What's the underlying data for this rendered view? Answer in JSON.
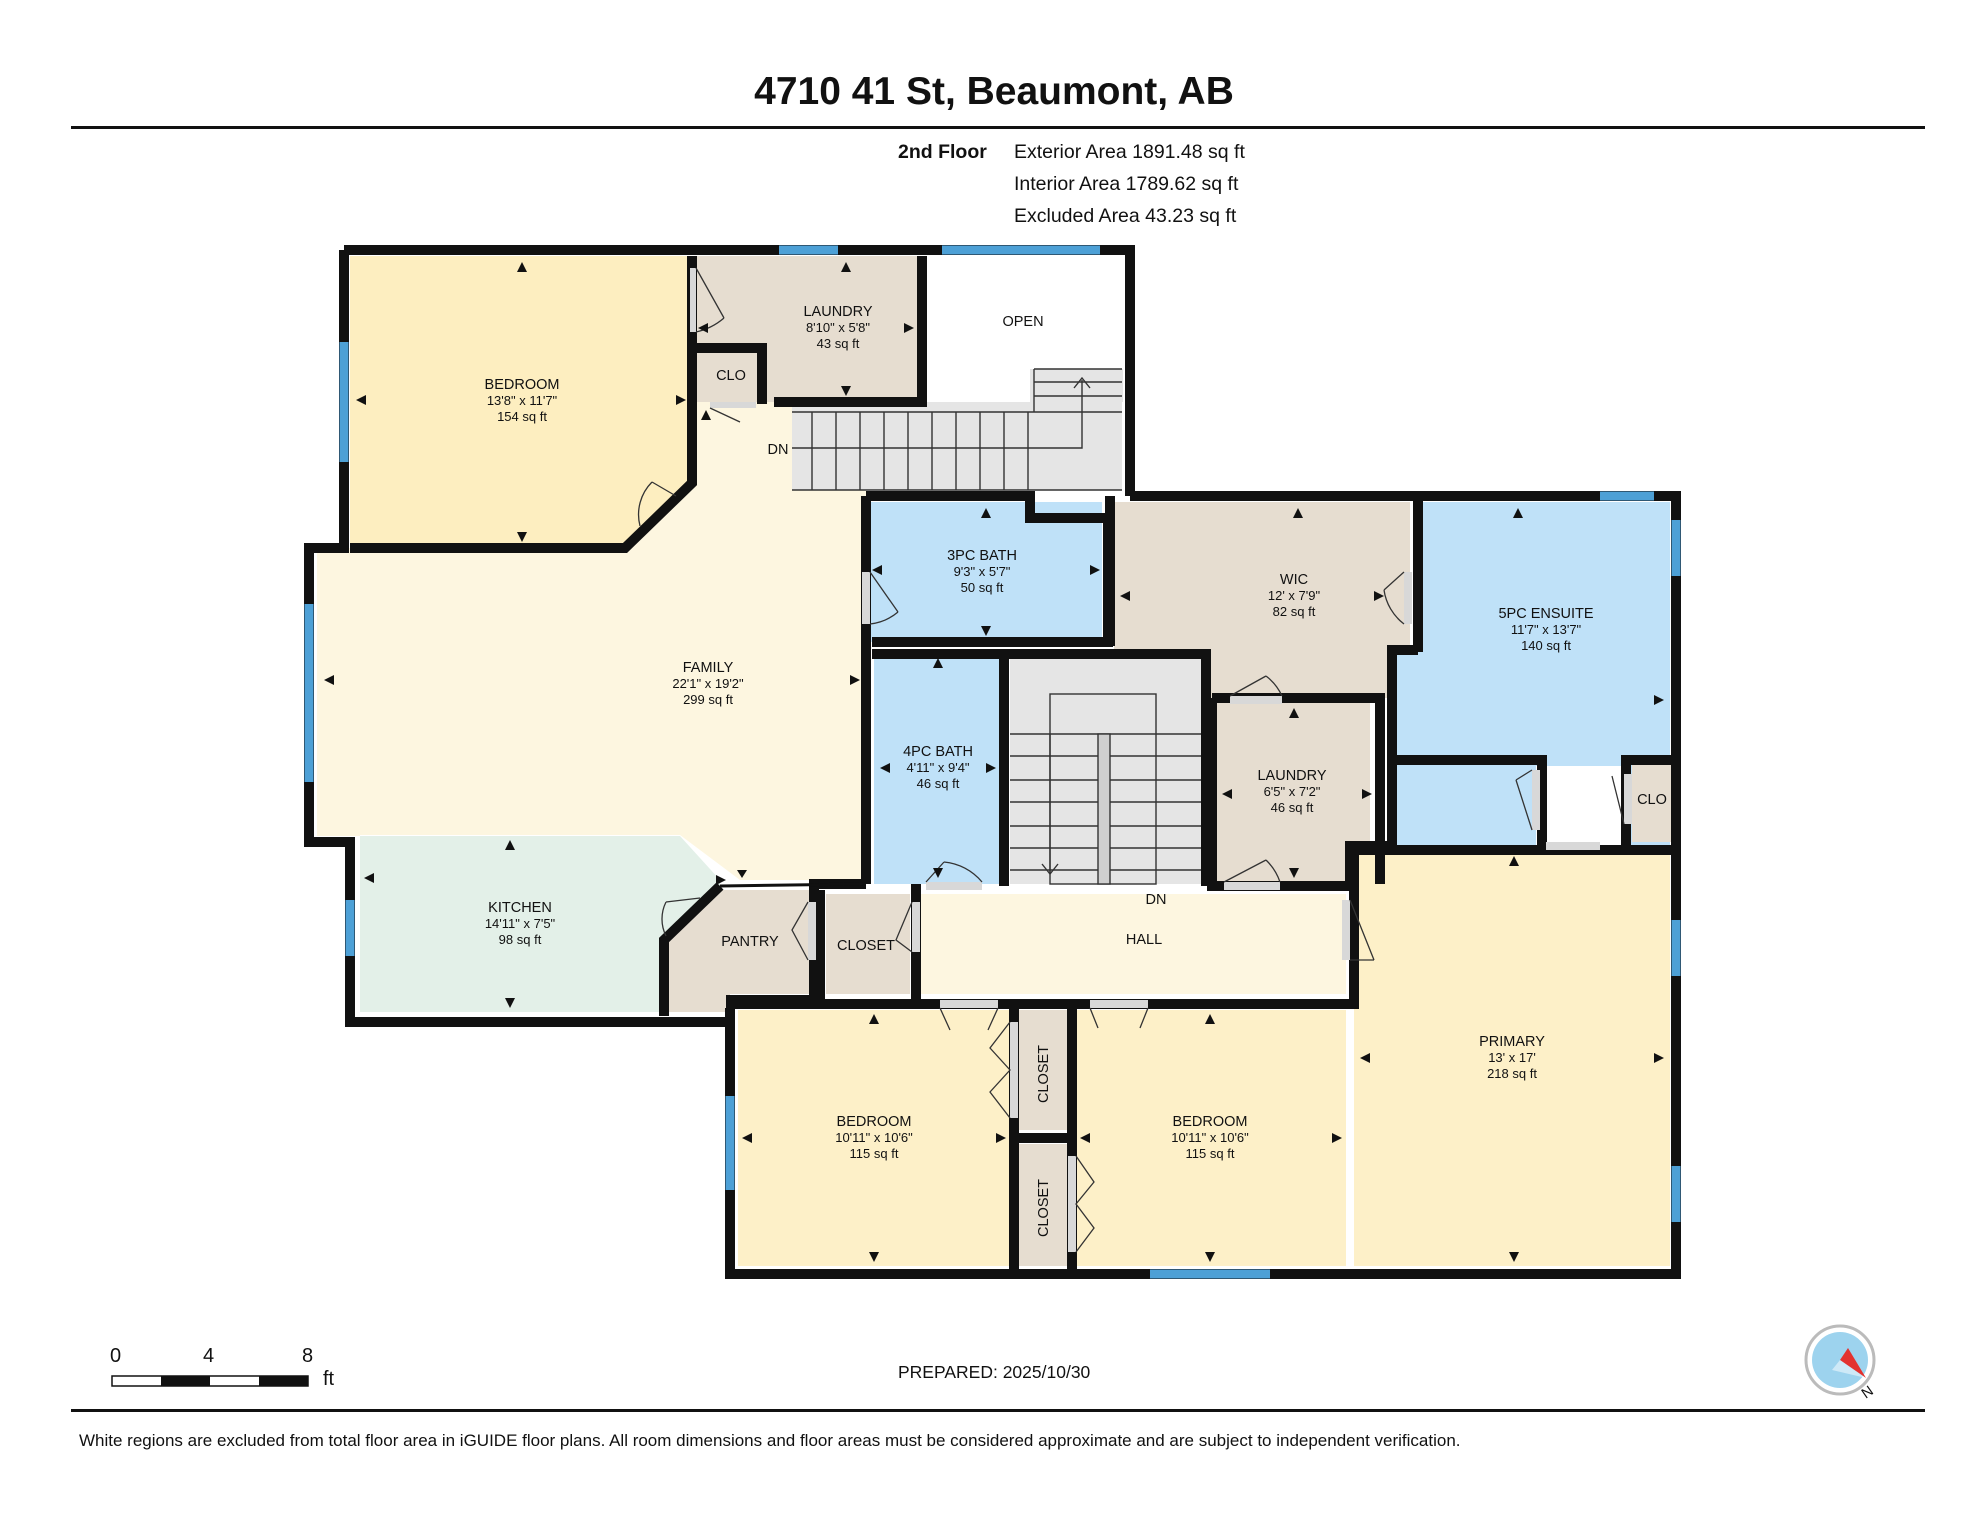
{
  "title": "4710 41 St, Beaumont, AB",
  "floor": {
    "label": "2nd Floor",
    "exterior_area": "Exterior Area 1891.48 sq ft",
    "interior_area": "Interior Area 1789.62 sq ft",
    "excluded_area": "Excluded Area 43.23 sq ft"
  },
  "rooms": {
    "bedroom_nw": {
      "name": "BEDROOM",
      "dims": "13'8\" x 11'7\"",
      "area": "154 sq ft"
    },
    "laundry_n": {
      "name": "LAUNDRY",
      "dims": "8'10\" x 5'8\"",
      "area": "43 sq ft"
    },
    "open": {
      "name": "OPEN"
    },
    "clo_n": {
      "name": "CLO"
    },
    "family": {
      "name": "FAMILY",
      "dims": "22'1\" x 19'2\"",
      "area": "299 sq ft"
    },
    "bath3": {
      "name": "3PC BATH",
      "dims": "9'3\" x 5'7\"",
      "area": "50 sq ft"
    },
    "wic": {
      "name": "WIC",
      "dims": "12' x 7'9\"",
      "area": "82 sq ft"
    },
    "ensuite": {
      "name": "5PC ENSUITE",
      "dims": "11'7\" x 13'7\"",
      "area": "140 sq ft"
    },
    "bath4": {
      "name": "4PC BATH",
      "dims": "4'11\" x 9'4\"",
      "area": "46 sq ft"
    },
    "laundry_e": {
      "name": "LAUNDRY",
      "dims": "6'5\" x 7'2\"",
      "area": "46 sq ft"
    },
    "clo_e": {
      "name": "CLO"
    },
    "kitchen": {
      "name": "KITCHEN",
      "dims": "14'11\" x 7'5\"",
      "area": "98 sq ft"
    },
    "pantry": {
      "name": "PANTRY"
    },
    "closet_hall": {
      "name": "CLOSET"
    },
    "hall": {
      "name": "HALL"
    },
    "primary": {
      "name": "PRIMARY",
      "dims": "13' x 17'",
      "area": "218 sq ft"
    },
    "bedroom_sw": {
      "name": "BEDROOM",
      "dims": "10'11\" x 10'6\"",
      "area": "115 sq ft"
    },
    "bedroom_s": {
      "name": "BEDROOM",
      "dims": "10'11\" x 10'6\"",
      "area": "115 sq ft"
    },
    "closet_v1": {
      "name": "CLOSET"
    },
    "closet_v2": {
      "name": "CLOSET"
    }
  },
  "stairs": {
    "dn_upper": "DN",
    "dn_center": "DN"
  },
  "scale": {
    "tick0": "0",
    "tick1": "4",
    "tick2": "8",
    "unit": "ft"
  },
  "compass": {
    "label": "N"
  },
  "prepared": "PREPARED: 2025/10/30",
  "disclaimer": "White regions are excluded from total floor area in iGUIDE floor plans. All room dimensions and floor areas must be considered approximate and are subject to independent verification.",
  "colors": {
    "bedroom": "#fdf0c8",
    "bedroom_nw": "#fdeec0",
    "family": "#fdf6e0",
    "laundry": "#e6ddd0",
    "bath": "#bfe1f8",
    "kitchen": "#e3f0e8",
    "stairs": "#e5e5e5",
    "wall": "#111111",
    "window": "#4da0d6"
  }
}
